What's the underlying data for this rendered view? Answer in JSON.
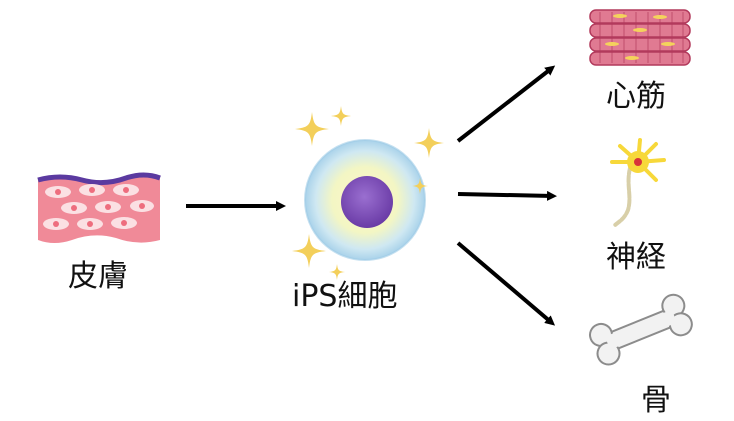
{
  "labels": {
    "skin": "皮膚",
    "ips": "iPS細胞",
    "muscle": "心筋",
    "nerve": "神経",
    "bone": "骨"
  },
  "colors": {
    "skin_fill": "#f08a98",
    "skin_cell": "#fbe0e3",
    "skin_nucleus": "#ee6d7e",
    "skin_top": "#5b3aa0",
    "muscle_fill": "#e07a92",
    "muscle_stripe": "#b23a5c",
    "muscle_nucleus": "#f4d25c",
    "ips_nucleus": "#7b4bb5",
    "ips_glow": "#b8dcf0",
    "sparkle": "#f3cf5a",
    "neuron": "#f7d83a",
    "neuron_core": "#d8333a",
    "bone_fill": "#f2f2f2",
    "bone_stroke": "#8c8c8c",
    "arrow": "#000000"
  },
  "icons": {
    "skin": "skin-tissue-icon",
    "ips": "ips-cell-icon",
    "muscle": "heart-muscle-icon",
    "nerve": "neuron-icon",
    "bone": "bone-icon"
  }
}
